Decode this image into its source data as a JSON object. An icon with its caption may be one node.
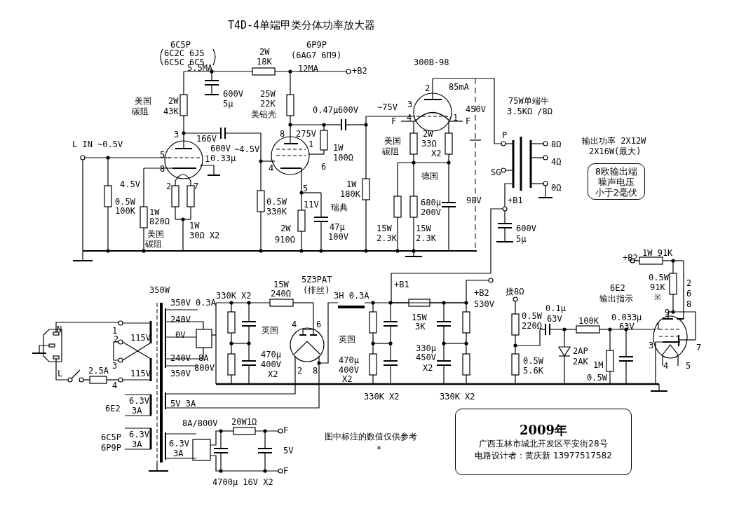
{
  "diagram": {
    "title": "T4D-4单端甲类分体功率放大器",
    "nodes": [
      {
        "text": [
          "8欧输出端噪声电压小于2毫伏"
        ]
      },
      {
        "text": [
          "2009年",
          "广西玉林市城北开发区平安街28号",
          "电路设计者：黄庆新 13977517582"
        ]
      }
    ],
    "labels": [
      "6C5P",
      "6C2C 6J5",
      "6C5C 6C5",
      "2W",
      "6P9P",
      "(6AG7 6П9)",
      "18K",
      "+B2",
      "5.5MA",
      "12MA",
      "300B-98",
      "85mA",
      "600V",
      "5μ",
      "25W",
      "22K",
      "美国",
      "2W",
      "75W单端牛",
      "碳阻",
      "43K",
      "美铝壳",
      "0.47μ600V",
      "3.5KΩ /8Ω",
      "~75V",
      "3",
      "450V",
      "2",
      "3",
      "166V",
      "8",
      "275V",
      "1",
      "F",
      "4",
      "1",
      "F",
      "2W",
      "33Ω",
      "X2",
      "美国",
      "碳阻",
      "P",
      "8Ω",
      "输出功率 2X12W",
      "2X16W(最大)",
      "L IN ~0.5V",
      "1W",
      "100Ω",
      "600V",
      "~4.5V",
      "0.33μ",
      "5",
      "1",
      "4",
      "6",
      "8",
      "4Ω",
      "SG",
      "德国",
      "4.5V",
      "2",
      "7",
      "5",
      "1W",
      "180K",
      "0Ω",
      "680μ",
      "200V",
      "98V",
      "+B1",
      "0.5W",
      "100K",
      "0.5W",
      "330K",
      "11V",
      "瑞典",
      "1W",
      "820Ω",
      "1W",
      "30Ω X2",
      "2W",
      "910Ω",
      "47μ",
      "100V",
      "15W",
      "2.3K",
      "15W",
      "2.3K",
      "600V",
      "5μ",
      "美国",
      "碳阻",
      "+B2",
      "1W 91K",
      "350W",
      "5Z3PAT",
      "(排丝)",
      "15W",
      "240Ω",
      "+B1",
      "0.5W",
      "91K",
      "2",
      "6",
      "8",
      "6E2",
      "接8Ω",
      "+B2",
      "330K X2",
      "3H 0.3A",
      "输出指示",
      "※",
      "530V",
      "350V 0.3A",
      "0.1μ",
      "9",
      "0.5W",
      "15W",
      "0.033μ",
      "63V",
      "240V",
      "100K",
      "4",
      "6",
      "220Ω",
      "3K",
      "63V",
      "1",
      "1",
      "N",
      "英国",
      "0V",
      "115V",
      "英国",
      "2",
      "3",
      "7",
      "330μ",
      "2AP",
      "470μ",
      "450V",
      "240V",
      "8A",
      "2AK",
      "470μ",
      "400V",
      "3",
      "1M",
      "800V",
      "X2",
      "4",
      "5",
      "0.5W",
      "5.6K",
      "2",
      "8",
      "115V",
      "L",
      "350V",
      "X2",
      "400V",
      "2.5A",
      "0.5W",
      "4",
      "X2",
      "330K X2",
      "330K X2",
      "6.3V",
      "5V 3A",
      "6E2",
      "3A",
      "8A/800V",
      "20W1Ω",
      "6.3V",
      "F",
      "图中标注的数值仅供参考",
      "6C5P",
      "6.3V",
      "3A",
      "6P9P",
      "*",
      "5V",
      "3A",
      "F",
      "4700μ 16V X2"
    ]
  }
}
